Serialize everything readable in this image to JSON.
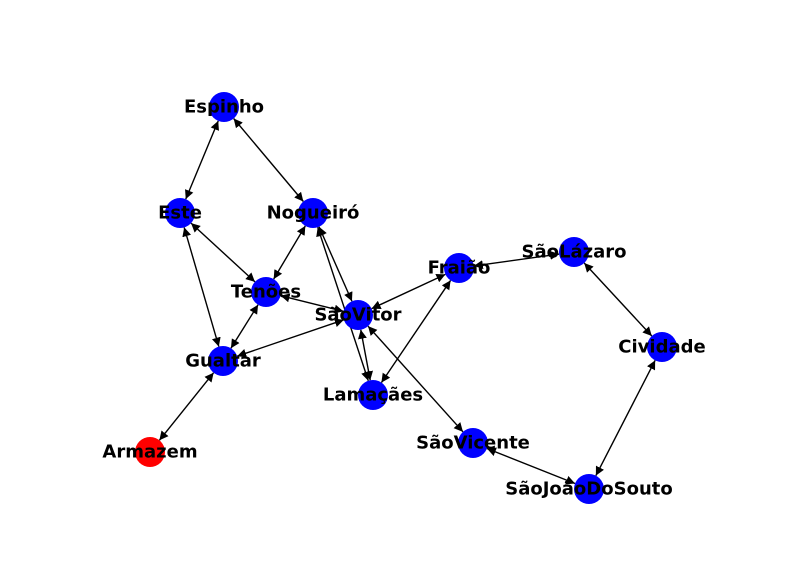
{
  "graph": {
    "directed": true,
    "node_color": "#0000ff",
    "highlight_color": "#ff0000",
    "edge_color": "#000000",
    "nodes": [
      {
        "id": "Espinho",
        "label": "Espinho",
        "color": "#0000ff"
      },
      {
        "id": "Este",
        "label": "Este",
        "color": "#0000ff"
      },
      {
        "id": "Nogueiro",
        "label": "Nogueiró",
        "color": "#0000ff"
      },
      {
        "id": "Tenoes",
        "label": "Tenões",
        "color": "#0000ff"
      },
      {
        "id": "SaoVitor",
        "label": "SãoVitor",
        "color": "#0000ff"
      },
      {
        "id": "Gualtar",
        "label": "Gualtar",
        "color": "#0000ff"
      },
      {
        "id": "Armazem",
        "label": "Armazem",
        "color": "#ff0000"
      },
      {
        "id": "Lamacaes",
        "label": "Lamaçães",
        "color": "#0000ff"
      },
      {
        "id": "Fraiao",
        "label": "Fraião",
        "color": "#0000ff"
      },
      {
        "id": "SaoLazaro",
        "label": "SãoLázaro",
        "color": "#0000ff"
      },
      {
        "id": "Cividade",
        "label": "Cividade",
        "color": "#0000ff"
      },
      {
        "id": "SaoVicente",
        "label": "SãoVicente",
        "color": "#0000ff"
      },
      {
        "id": "SaoJoaoDoSouto",
        "label": "SãoJoãoDoSouto",
        "color": "#0000ff"
      }
    ],
    "edges": [
      {
        "a": "Espinho",
        "b": "Este"
      },
      {
        "a": "Espinho",
        "b": "Nogueiro"
      },
      {
        "a": "Este",
        "b": "Tenoes"
      },
      {
        "a": "Este",
        "b": "Gualtar"
      },
      {
        "a": "Nogueiro",
        "b": "Tenoes"
      },
      {
        "a": "Nogueiro",
        "b": "SaoVitor"
      },
      {
        "a": "Nogueiro",
        "b": "Lamacaes"
      },
      {
        "a": "Tenoes",
        "b": "Gualtar"
      },
      {
        "a": "Tenoes",
        "b": "SaoVitor"
      },
      {
        "a": "Gualtar",
        "b": "SaoVitor"
      },
      {
        "a": "Gualtar",
        "b": "Armazem"
      },
      {
        "a": "SaoVitor",
        "b": "Lamacaes"
      },
      {
        "a": "SaoVitor",
        "b": "Fraiao"
      },
      {
        "a": "SaoVitor",
        "b": "SaoVicente"
      },
      {
        "a": "Lamacaes",
        "b": "Fraiao"
      },
      {
        "a": "Fraiao",
        "b": "SaoLazaro"
      },
      {
        "a": "SaoLazaro",
        "b": "Cividade"
      },
      {
        "a": "Cividade",
        "b": "SaoJoaoDoSouto"
      },
      {
        "a": "SaoVicente",
        "b": "SaoJoaoDoSouto"
      }
    ]
  }
}
